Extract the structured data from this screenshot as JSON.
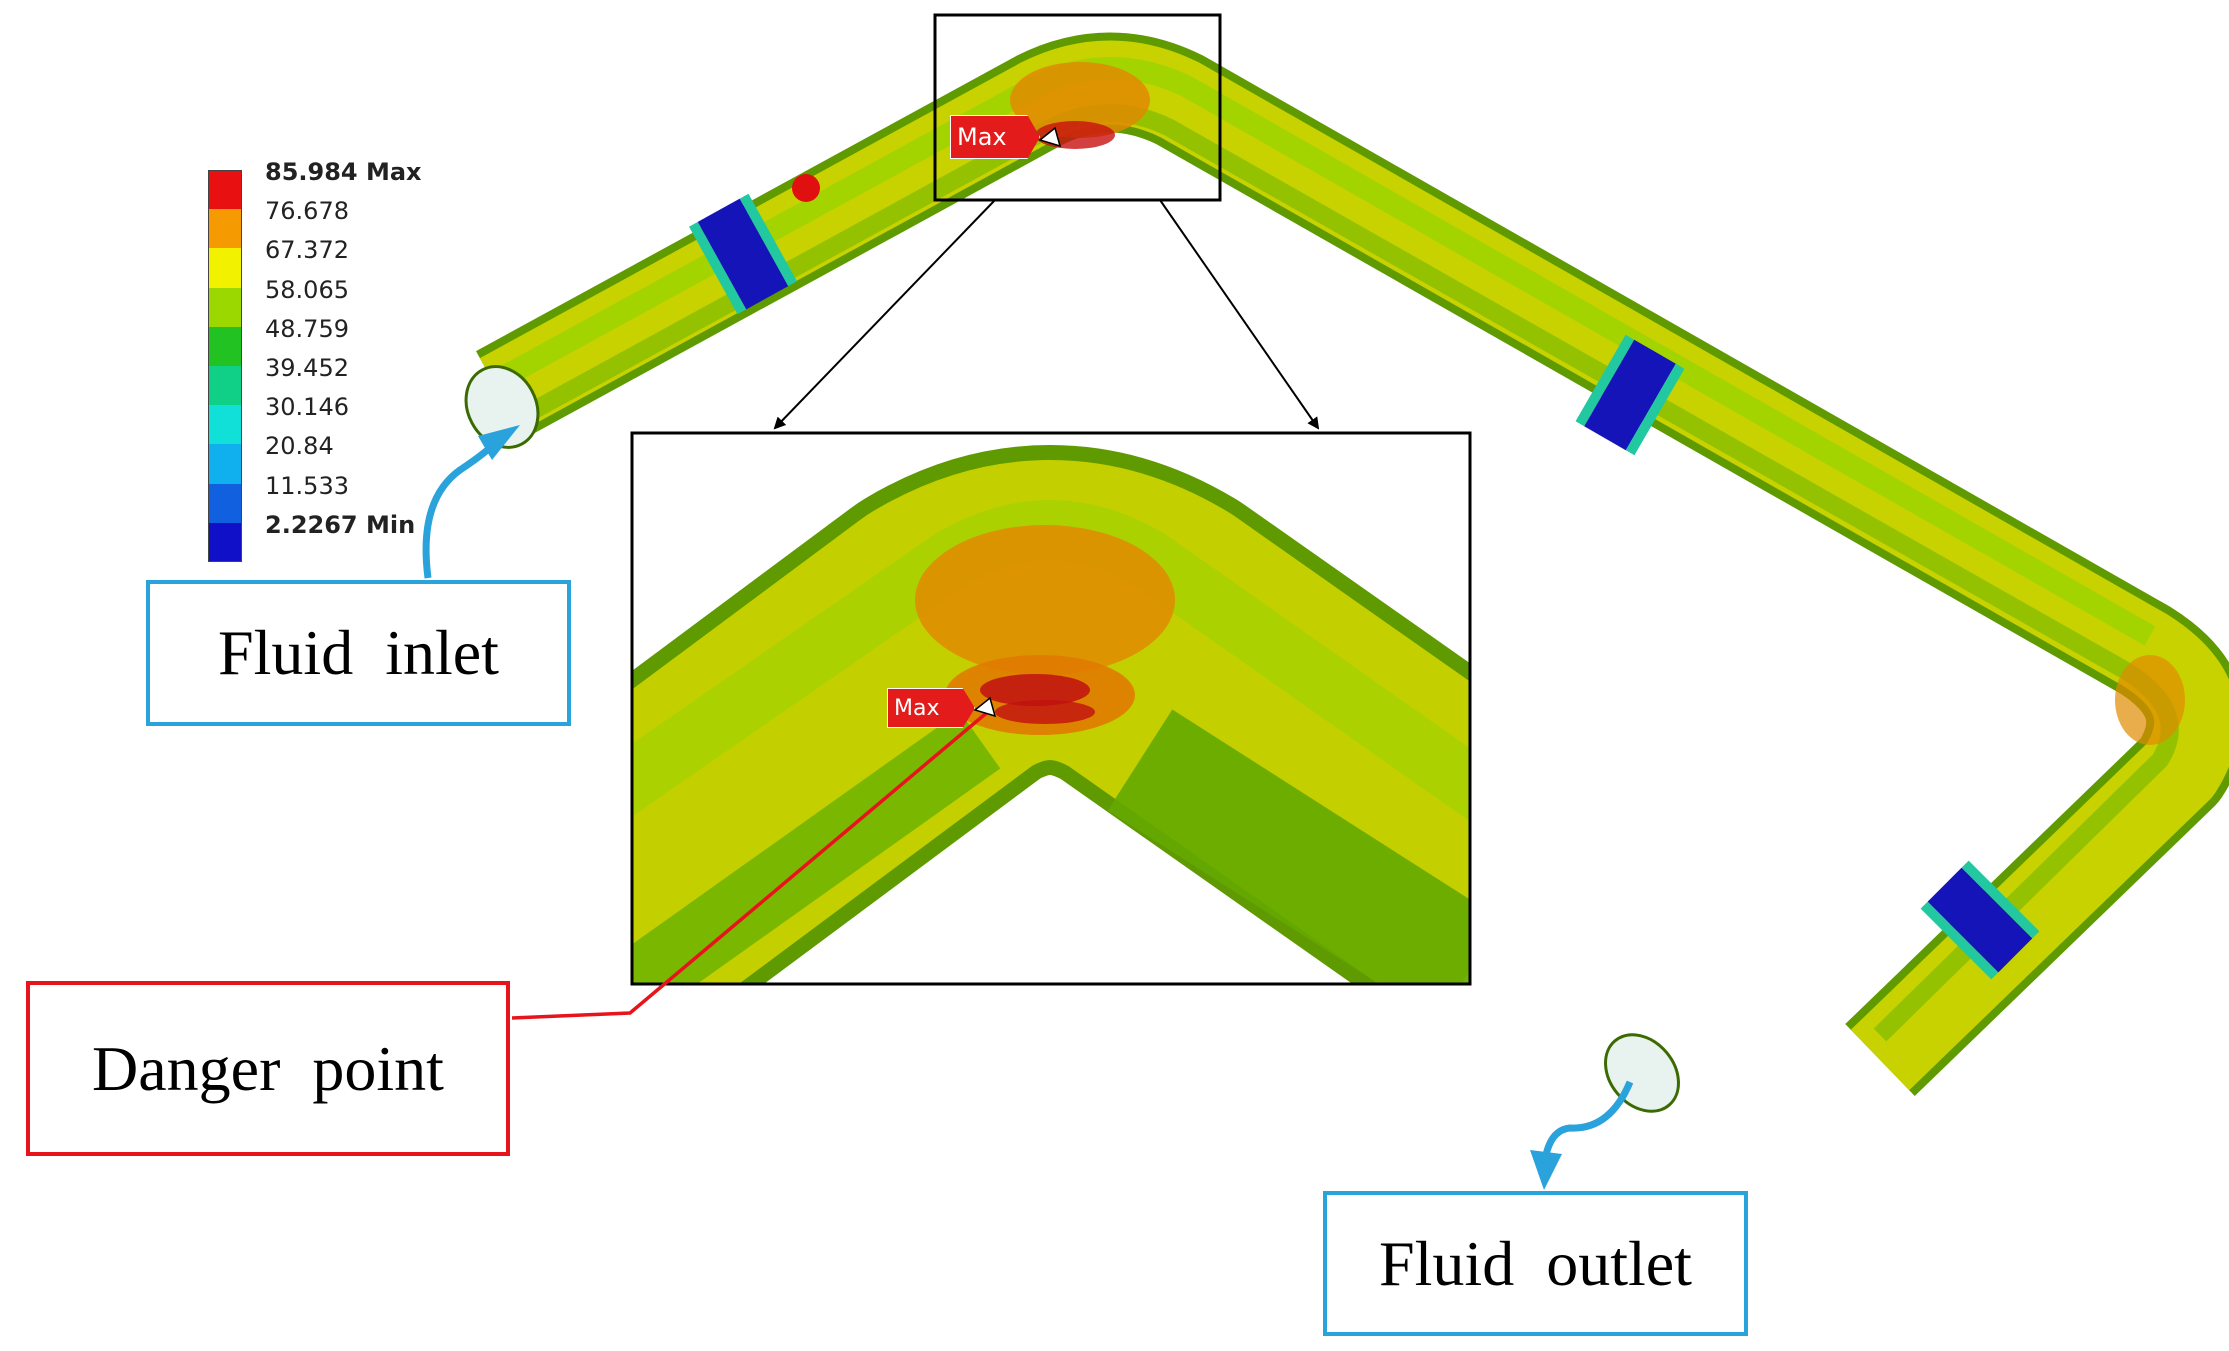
{
  "legend": {
    "levels": [
      {
        "label": "85.984 Max",
        "color": "#e81010",
        "bold": true
      },
      {
        "label": "76.678",
        "color": "#f59a00",
        "bold": false
      },
      {
        "label": "67.372",
        "color": "#f2f200",
        "bold": false
      },
      {
        "label": "58.065",
        "color": "#9ad800",
        "bold": false
      },
      {
        "label": "48.759",
        "color": "#22c222",
        "bold": false
      },
      {
        "label": "39.452",
        "color": "#10d088",
        "bold": false
      },
      {
        "label": "30.146",
        "color": "#10e0d8",
        "bold": false
      },
      {
        "label": "20.84",
        "color": "#10b0ee",
        "bold": false
      },
      {
        "label": "11.533",
        "color": "#1060e0",
        "bold": false
      },
      {
        "label": "2.2267 Min",
        "color": "#1010c8",
        "bold": true
      }
    ]
  },
  "callouts": {
    "inlet": "Fluid  inlet",
    "outlet": "Fluid  outlet",
    "danger": "Danger  point"
  },
  "markers": {
    "max_main": "Max",
    "max_zoom": "Max"
  },
  "colors": {
    "inlet_outlet_accent": "#2aa3dc",
    "danger_accent": "#e8141b",
    "pipe_body": "#c9d400",
    "pipe_shadow": "#6aa800",
    "hotspot": "#e07000"
  }
}
